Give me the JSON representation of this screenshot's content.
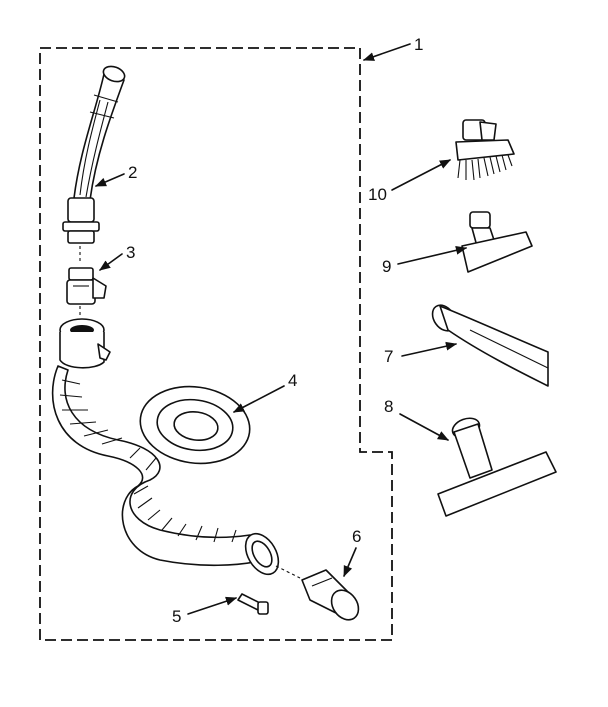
{
  "labels": {
    "assembly": "1",
    "curved_wand": "2",
    "swivel_connector": "3",
    "hose": "4",
    "pin": "5",
    "hose_cuff": "6",
    "crevice_tool": "7",
    "upholstery_tool": "8",
    "small_nozzle": "9",
    "dusting_brush": "10"
  },
  "colors": {
    "ink": "#111111",
    "background": "#ffffff"
  }
}
